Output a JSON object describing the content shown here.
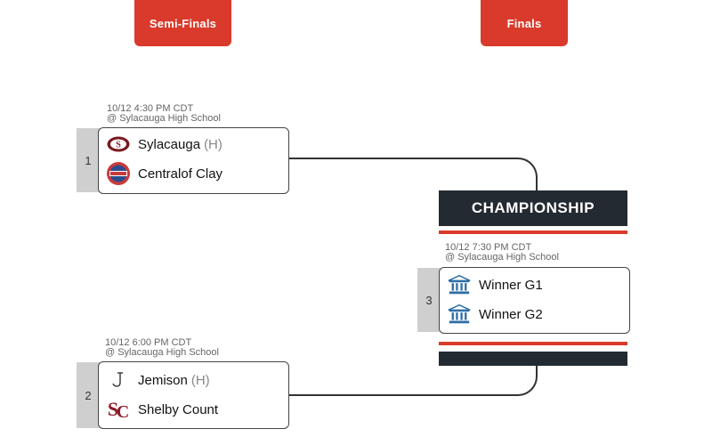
{
  "rounds": {
    "semis_label": "Semi-Finals",
    "finals_label": "Finals"
  },
  "championship_label": "CHAMPIONSHIP",
  "games": [
    {
      "seed": "1",
      "datetime": "10/12 4:30 PM CDT",
      "venue": "@ Sylacauga High School",
      "teams": [
        {
          "name": "Sylacauga",
          "home": "(H)",
          "logo": "sylacauga-logo-icon"
        },
        {
          "name": "Centralof Clay",
          "home": "",
          "logo": "central-clay-logo-icon"
        }
      ]
    },
    {
      "seed": "2",
      "datetime": "10/12 6:00 PM CDT",
      "venue": "@ Sylacauga High School",
      "teams": [
        {
          "name": "Jemison",
          "home": "(H)",
          "logo": "jemison-logo-icon"
        },
        {
          "name": "Shelby Count",
          "home": "",
          "logo": "shelby-county-logo-icon"
        }
      ]
    },
    {
      "seed": "3",
      "datetime": "10/12 7:30 PM CDT",
      "venue": "@ Sylacauga High School",
      "teams": [
        {
          "name": "Winner G1",
          "home": "",
          "logo": "bank-building-icon"
        },
        {
          "name": "Winner G2",
          "home": "",
          "logo": "bank-building-icon"
        }
      ]
    }
  ],
  "colors": {
    "accent_red": "#d93a2b",
    "dark_navy": "#232a31",
    "seed_gray": "#cfcfcf",
    "sylacauga_maroon": "#7a1a22",
    "shelby_maroon": "#8b1a2b",
    "winner_icon_blue": "#2e6ea6"
  }
}
